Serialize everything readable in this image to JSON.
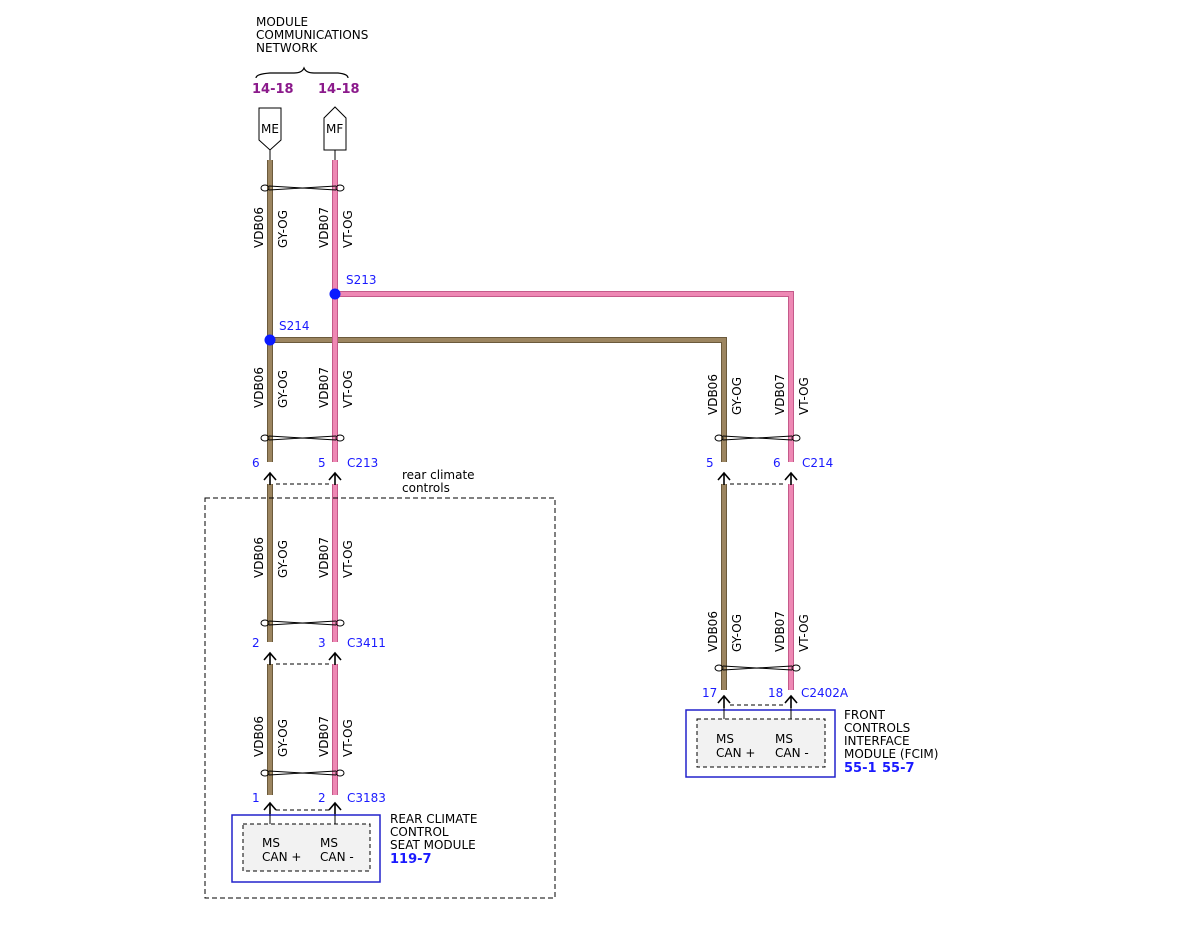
{
  "title": [
    "MODULE",
    "COMMUNICATIONS",
    "NETWORK"
  ],
  "page_refs": [
    "14-18",
    "14-18"
  ],
  "connectors_top": [
    "ME",
    "MF"
  ],
  "wires": {
    "gy_circuit": "VDB06",
    "gy_color": "GY-OG",
    "vt_circuit": "VDB07",
    "vt_color": "VT-OG"
  },
  "splices": [
    "S213",
    "S214"
  ],
  "c213": {
    "pin_gy": "6",
    "pin_vt": "5",
    "name": "C213"
  },
  "c214": {
    "pin_gy": "5",
    "pin_vt": "6",
    "name": "C214"
  },
  "c3411": {
    "pin_gy": "2",
    "pin_vt": "3",
    "name": "C3411"
  },
  "c3183": {
    "pin_gy": "1",
    "pin_vt": "2",
    "name": "C3183"
  },
  "c2402a": {
    "pin_gy": "17",
    "pin_vt": "18",
    "name": "C2402A"
  },
  "rear_group": [
    "rear climate",
    "controls"
  ],
  "rear_module": {
    "name": [
      "REAR CLIMATE",
      "CONTROL",
      "SEAT MODULE"
    ],
    "ref": "119-7",
    "pin_a": [
      "MS",
      "CAN +"
    ],
    "pin_b": [
      "MS",
      "CAN -"
    ]
  },
  "front_module": {
    "name": [
      "FRONT",
      "CONTROLS",
      "INTERFACE",
      "MODULE (FCIM)"
    ],
    "refs": [
      "55-1",
      "55-7"
    ],
    "pin_a": [
      "MS",
      "CAN +"
    ],
    "pin_b": [
      "MS",
      "CAN -"
    ]
  },
  "colors": {
    "gy_og": "#9c8560",
    "vt_og": "#ee88b4",
    "splice": "#0a1aff",
    "module_border": "#2222cc",
    "pink_ref": "#8b1a8b"
  }
}
